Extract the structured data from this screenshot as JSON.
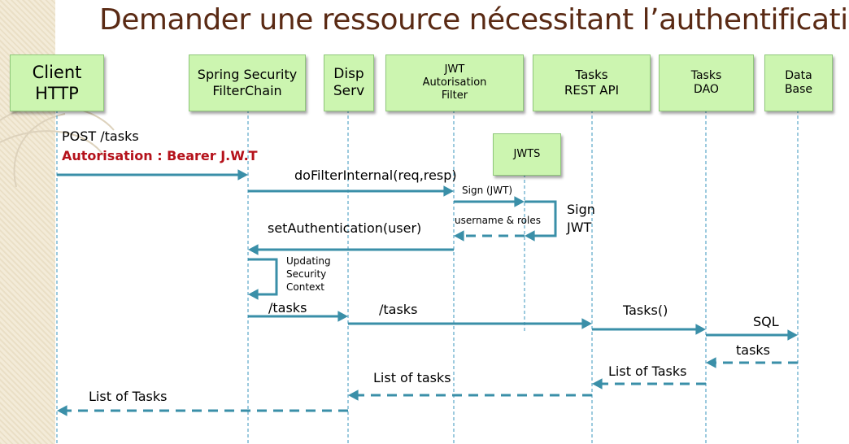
{
  "title": "Demander une ressource nécessitant l’authentification",
  "participants": [
    {
      "id": "client",
      "label": "Client\nHTTP"
    },
    {
      "id": "spring",
      "label": "Spring Security\nFilterChain"
    },
    {
      "id": "disp",
      "label": "Disp\nServ"
    },
    {
      "id": "jwtfilter",
      "label": "JWT\nAutorisation\nFilter"
    },
    {
      "id": "rest",
      "label": "Tasks\nREST API"
    },
    {
      "id": "dao",
      "label": "Tasks\nDAO"
    },
    {
      "id": "db",
      "label": "Data\nBase"
    },
    {
      "id": "jwts",
      "label": "JWTS"
    }
  ],
  "messages": [
    {
      "id": "post",
      "label": "POST /tasks",
      "from": "client",
      "to": "spring",
      "style": "solid"
    },
    {
      "id": "auth",
      "label": "Autorisation : Bearer J.W.T",
      "color": "#b5121b"
    },
    {
      "id": "dofilter",
      "label": "doFilterInternal(req,resp)",
      "from": "spring",
      "to": "jwtfilter",
      "style": "solid"
    },
    {
      "id": "sign",
      "label": "Sign (JWT)",
      "from": "jwtfilter",
      "to": "jwts",
      "style": "solid"
    },
    {
      "id": "signjwt",
      "label": "Sign\nJWT",
      "from": "jwts",
      "to": "jwts",
      "style": "self"
    },
    {
      "id": "userroles",
      "label": "username & roles",
      "from": "jwts",
      "to": "jwtfilter",
      "style": "dashed"
    },
    {
      "id": "setauth",
      "label": "setAuthentication(user)",
      "from": "jwtfilter",
      "to": "spring",
      "style": "solid"
    },
    {
      "id": "updating",
      "label": "Updating\nSecurity\nContext",
      "from": "spring",
      "to": "spring",
      "style": "self"
    },
    {
      "id": "tasks1",
      "label": "/tasks",
      "from": "spring",
      "to": "disp",
      "style": "solid"
    },
    {
      "id": "tasks2",
      "label": "/tasks",
      "from": "disp",
      "to": "rest",
      "style": "solid"
    },
    {
      "id": "tasksfn",
      "label": "Tasks()",
      "from": "rest",
      "to": "dao",
      "style": "solid"
    },
    {
      "id": "sql",
      "label": "SQL",
      "from": "dao",
      "to": "db",
      "style": "solid"
    },
    {
      "id": "taskret",
      "label": "tasks",
      "from": "db",
      "to": "dao",
      "style": "dashed"
    },
    {
      "id": "listof1",
      "label": "List of Tasks",
      "from": "dao",
      "to": "rest",
      "style": "dashed"
    },
    {
      "id": "listtasks",
      "label": "List of tasks",
      "from": "rest",
      "to": "disp",
      "style": "dashed"
    },
    {
      "id": "listof2",
      "label": "List of Tasks",
      "from": "disp",
      "to": "client",
      "style": "dashed"
    }
  ],
  "colors": {
    "box_fill": "#ccf5b0",
    "arrow": "#3a8fa8",
    "lifeline": "#5aa6c9",
    "title": "#5a2a14",
    "emphasis": "#b5121b"
  }
}
